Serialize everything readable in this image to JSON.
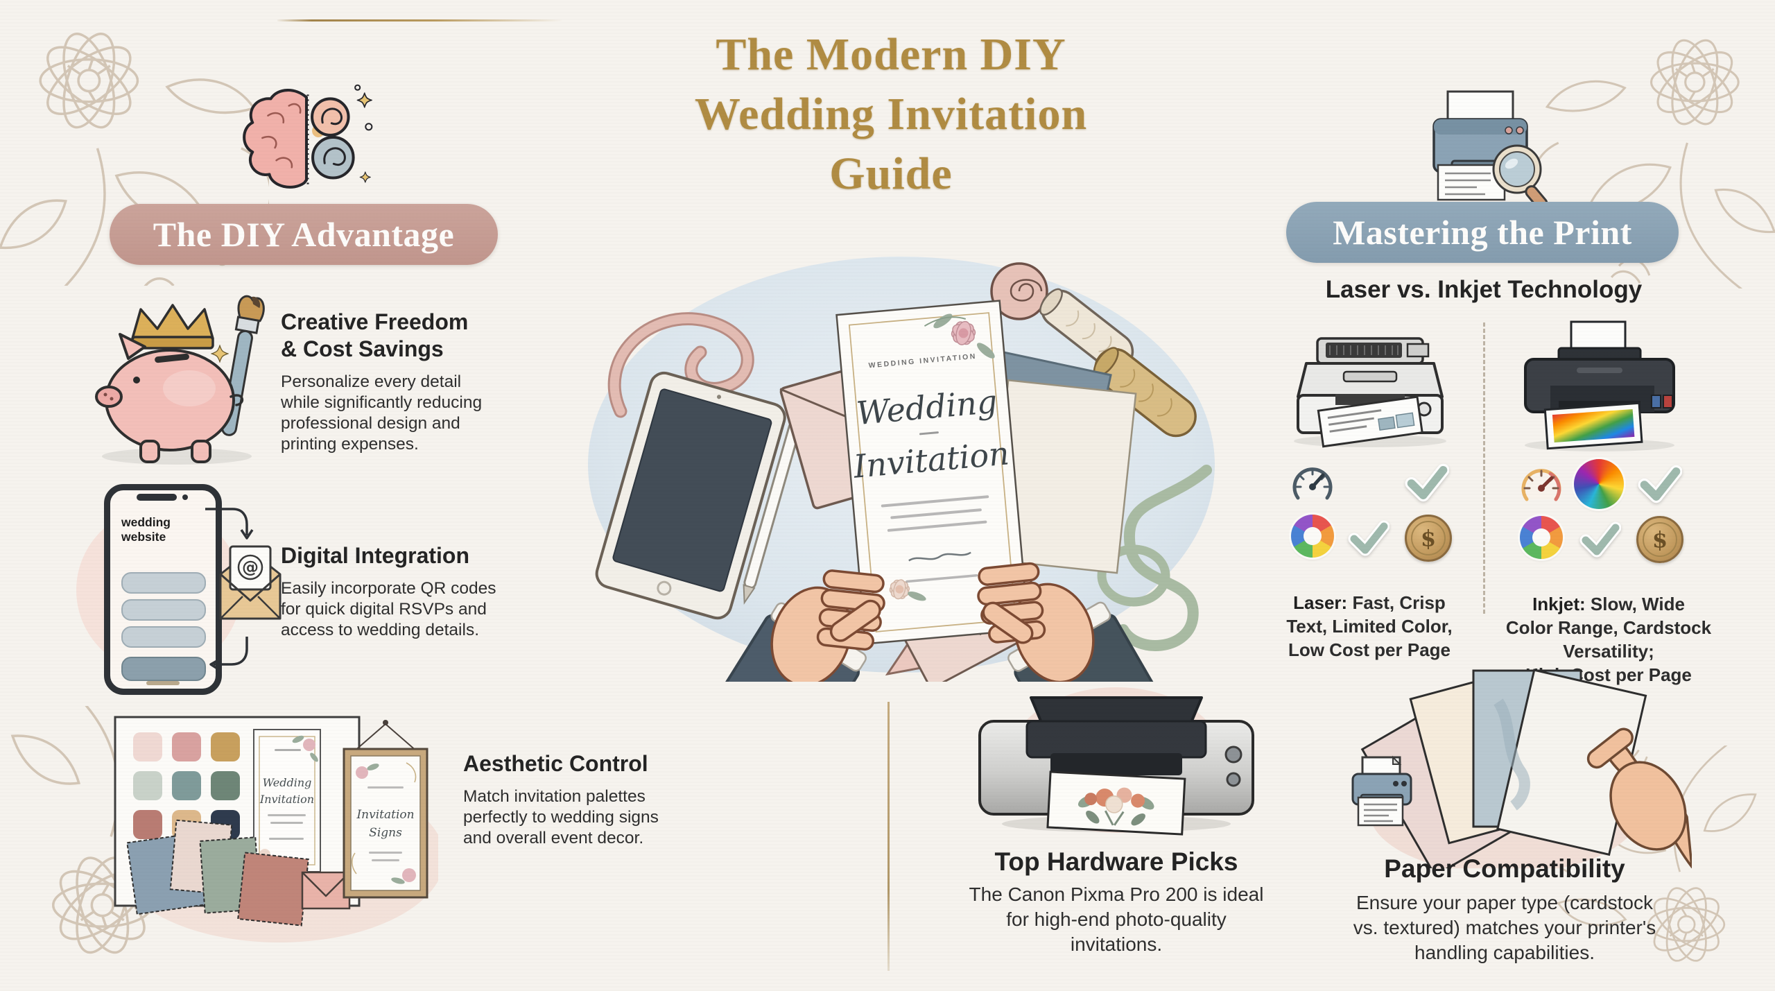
{
  "title": {
    "text": "The Modern DIY\nWedding Invitation\nGuide"
  },
  "colors": {
    "background": "#f6f3ee",
    "title_gold": "#b08c43",
    "rose_pill": "#c69c93",
    "slate_pill": "#8ba4b6",
    "heading_text": "#242424",
    "body_text": "#2e2e2e",
    "check_green": "#9fb9ad",
    "coin_gold": "#c29a5e",
    "accent_gold_line": "#b09768",
    "center_ellipse_blue": "#dce6ed",
    "corner_floral": "#c6b5a1"
  },
  "glyphs": {
    "dollar": "$",
    "at": "@"
  },
  "left_section": {
    "header_label": "The DIY Advantage",
    "header_icon": "creative-brain-icon",
    "items": [
      {
        "icon": "piggy-bank-crown-paintbrush-icon",
        "heading": "Creative Freedom\n& Cost Savings",
        "body": "Personalize every detail\nwhile significantly reducing\nprofessional design and\nprinting expenses."
      },
      {
        "icon": "phone-envelope-rsvp-icon",
        "phone_screen_label": "wedding website",
        "heading": "Digital Integration",
        "body": "Easily incorporate QR codes\nfor quick digital RSVPs and\naccess to wedding details."
      },
      {
        "icon": "moodboard-palette-icon",
        "heading": "Aesthetic Control",
        "body": "Match invitation palettes\nperfectly to wedding signs\nand overall event decor.",
        "moodboard": {
          "card_title_lines": [
            "Wedding",
            "Invitation"
          ],
          "sign_title_lines": [
            "Invitation",
            "Signs"
          ],
          "palette": [
            "#f0d9d3",
            "#d9a2a0",
            "#c8a05e",
            "#c9d2c9",
            "#7f9b9a",
            "#6e8677",
            "#b97c73",
            "#ddb88b",
            "#2f3b4e"
          ],
          "fabrics": [
            "#8ba0b1",
            "#ead8d0",
            "#9bac9d",
            "#c08579"
          ]
        }
      }
    ]
  },
  "center_illustration": {
    "card_top_label": "WEDDING INVITATION",
    "card_script_lines": [
      "Wedding",
      "Invitation"
    ]
  },
  "right_section": {
    "header_label": "Mastering the Print",
    "header_icon": "printer-magnifier-icon",
    "subtitle": "Laser vs. Inkjet Technology",
    "laser": {
      "icons": [
        "speedometer-icon",
        "checkmark-icon",
        "color-wheel-icon",
        "checkmark-icon",
        "dollar-coin-icon"
      ],
      "label": "Laser:",
      "caption": " Fast, Crisp\nText, Limited Color,\nLow Cost per Page"
    },
    "inkjet": {
      "icons": [
        "speedometer-icon",
        "rainbow-circle-icon",
        "checkmark-icon",
        "color-wheel-icon",
        "checkmark-icon",
        "dollar-coin-icon"
      ],
      "label": "Inkjet:",
      "caption": " Slow, Wide\nColor Range, Cardstock\nVersatility;\nHigh Cost per Page"
    },
    "hardware": {
      "heading": "Top Hardware Picks",
      "body": "The Canon Pixma Pro 200 is ideal\nfor high-end photo-quality\ninvitations."
    },
    "paper": {
      "heading": "Paper Compatibility",
      "body": "Ensure your paper type (cardstock\nvs. textured) matches your printer's\nhandling capabilities.",
      "paper_colors": [
        "#ecd9d4",
        "#f6ecdc",
        "#b9c8d0",
        "#f6f4ef"
      ]
    }
  }
}
